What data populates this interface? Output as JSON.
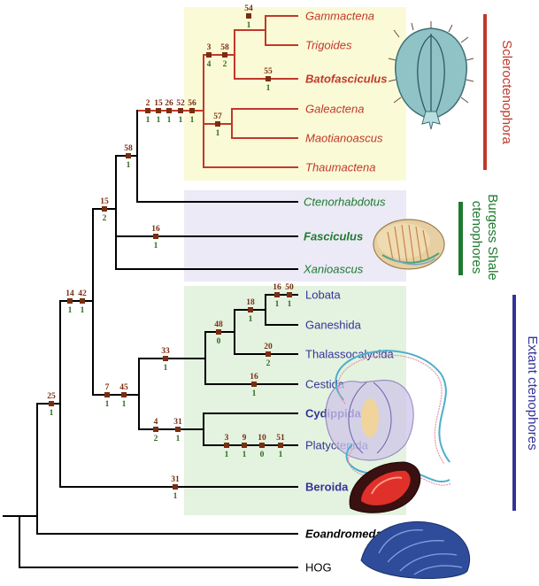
{
  "colors": {
    "scleroctenophora": "#c0392b",
    "burgess": "#1e7a2e",
    "extant": "#333399",
    "black": "#000000",
    "node_mark": "#7a2e0f",
    "top_num": "#7a2e0f",
    "bottom_num": "#2e6b1e",
    "bg_sclero": "#fbfad6",
    "bg_burgess": "#eceaf6",
    "bg_extant": "#e4f2e0",
    "bar_sclero": "#c0392b",
    "bar_burgess": "#1e7a2e",
    "bar_extant": "#333399"
  },
  "taxa": [
    {
      "name": "Gammactena",
      "group": "sclero",
      "italic": true,
      "bold": false
    },
    {
      "name": "Trigoides",
      "group": "sclero",
      "italic": true,
      "bold": false
    },
    {
      "name": "Batofasciculus",
      "group": "sclero",
      "italic": true,
      "bold": true
    },
    {
      "name": "Galeactena",
      "group": "sclero",
      "italic": true,
      "bold": false
    },
    {
      "name": "Maotianoascus",
      "group": "sclero",
      "italic": true,
      "bold": false
    },
    {
      "name": "Thaumactena",
      "group": "sclero",
      "italic": true,
      "bold": false
    },
    {
      "name": "Ctenorhabdotus",
      "group": "burgess",
      "italic": true,
      "bold": false
    },
    {
      "name": "Fasciculus",
      "group": "burgess",
      "italic": true,
      "bold": true
    },
    {
      "name": "Xanioascus",
      "group": "burgess",
      "italic": true,
      "bold": false
    },
    {
      "name": "Lobata",
      "group": "extant",
      "italic": false,
      "bold": false
    },
    {
      "name": "Ganeshida",
      "group": "extant",
      "italic": false,
      "bold": false
    },
    {
      "name": "Thalassocalycida",
      "group": "extant",
      "italic": false,
      "bold": false
    },
    {
      "name": "Cestida",
      "group": "extant",
      "italic": false,
      "bold": false
    },
    {
      "name": "Cydippida",
      "group": "extant",
      "italic": false,
      "bold": true
    },
    {
      "name": "Platyctenida",
      "group": "extant",
      "italic": false,
      "bold": false
    },
    {
      "name": "Beroida",
      "group": "extant",
      "italic": false,
      "bold": true
    },
    {
      "name": "Eoandromeda",
      "group": "outgroup",
      "italic": true,
      "bold": true
    },
    {
      "name": "HOG",
      "group": "outgroup",
      "italic": false,
      "bold": false
    }
  ],
  "node_labels": [
    {
      "top": "54",
      "bottom": "1"
    },
    {
      "top": "3",
      "bottom": "4"
    },
    {
      "top": "58",
      "bottom": "2"
    },
    {
      "top": "55",
      "bottom": "1"
    },
    {
      "top": "57",
      "bottom": "1"
    },
    {
      "top": "2",
      "bottom": "1"
    },
    {
      "top": "15",
      "bottom": "1"
    },
    {
      "top": "26",
      "bottom": "1"
    },
    {
      "top": "52",
      "bottom": "1"
    },
    {
      "top": "56",
      "bottom": "1"
    },
    {
      "top": "58",
      "bottom": "1"
    },
    {
      "top": "15",
      "bottom": "2"
    },
    {
      "top": "16",
      "bottom": "1"
    },
    {
      "top": "14",
      "bottom": "1"
    },
    {
      "top": "42",
      "bottom": "1"
    },
    {
      "top": "25",
      "bottom": "1"
    },
    {
      "top": "16",
      "bottom": "1"
    },
    {
      "top": "50",
      "bottom": "1"
    },
    {
      "top": "18",
      "bottom": "1"
    },
    {
      "top": "48",
      "bottom": "0"
    },
    {
      "top": "20",
      "bottom": "2"
    },
    {
      "top": "33",
      "bottom": "1"
    },
    {
      "top": "16",
      "bottom": "1"
    },
    {
      "top": "7",
      "bottom": "1"
    },
    {
      "top": "45",
      "bottom": "1"
    },
    {
      "top": "4",
      "bottom": "2"
    },
    {
      "top": "31",
      "bottom": "1"
    },
    {
      "top": "3",
      "bottom": "1"
    },
    {
      "top": "9",
      "bottom": "1"
    },
    {
      "top": "10",
      "bottom": "0"
    },
    {
      "top": "51",
      "bottom": "1"
    },
    {
      "top": "31",
      "bottom": "1"
    }
  ],
  "group_labels": {
    "sclero": "Scleroctenophora",
    "burgess_line1": "Burgess Shale",
    "burgess_line2": "ctenophores",
    "extant": "Extant ctenophores"
  },
  "illustrations": [
    {
      "icon": "batofasciculus-reconstruction-icon"
    },
    {
      "icon": "fasciculus-reconstruction-icon"
    },
    {
      "icon": "cydippid-reconstruction-icon"
    },
    {
      "icon": "beroid-reconstruction-icon"
    },
    {
      "icon": "eoandromeda-reconstruction-icon"
    }
  ]
}
